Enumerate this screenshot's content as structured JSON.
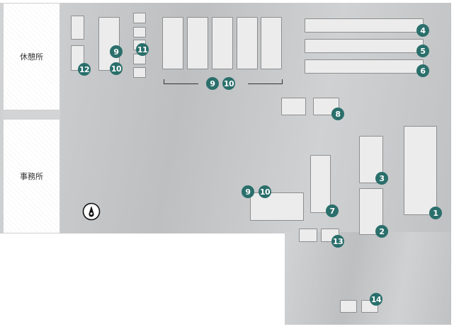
{
  "rooms": {
    "rest_area": "休憩所",
    "office": "事務所"
  },
  "badges": {
    "b1": "1",
    "b2": "2",
    "b3": "3",
    "b4": "4",
    "b5": "5",
    "b6": "6",
    "b7": "7",
    "b8": "8",
    "b9a": "9",
    "b10a": "10",
    "b9b": "9",
    "b10b": "10",
    "b9c": "9",
    "b10c": "10",
    "b11": "11",
    "b12": "12",
    "b13": "13",
    "b14": "14"
  },
  "colors": {
    "badge": "#2a6f6b",
    "floor": "#c7c9cb",
    "machine": "#ececec"
  },
  "icons": {
    "compass": "north-arrow-icon"
  }
}
